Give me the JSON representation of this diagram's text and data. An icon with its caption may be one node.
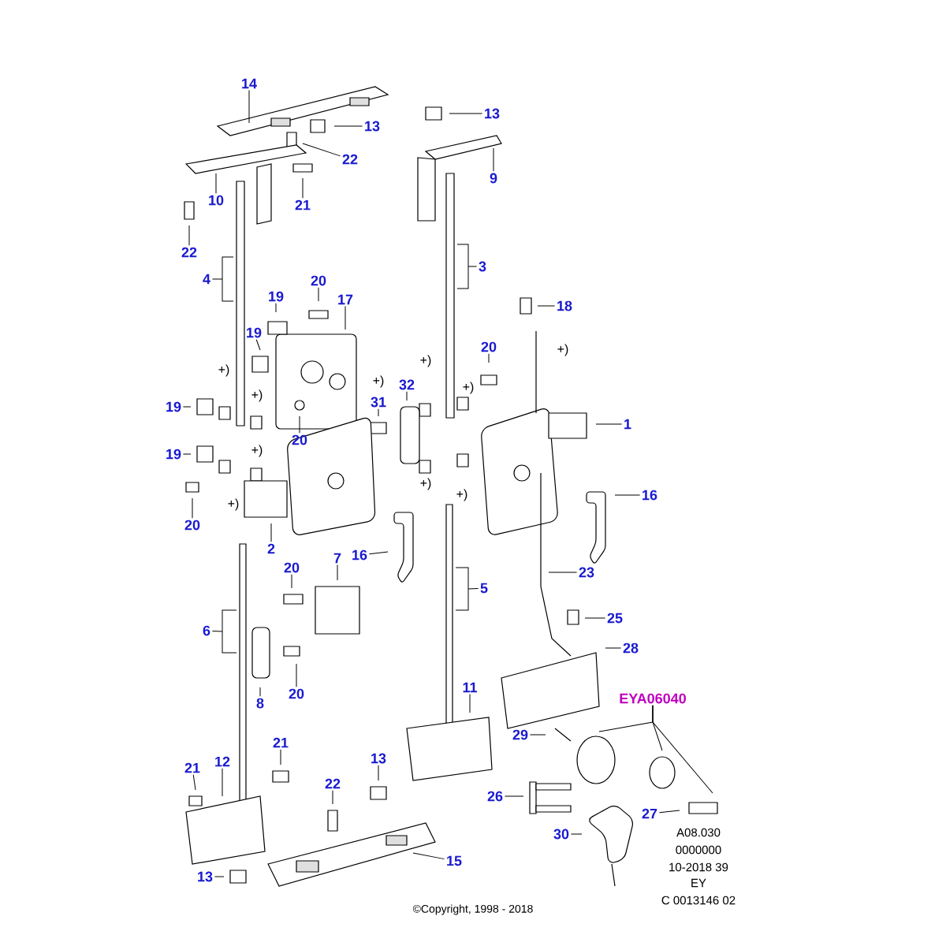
{
  "diagram": {
    "nodes": [
      {
        "text": [
          "14"
        ]
      },
      {
        "text": [
          "13"
        ]
      },
      {
        "text": [
          "13"
        ]
      },
      {
        "text": [
          "22"
        ]
      },
      {
        "text": [
          "10"
        ]
      },
      {
        "text": [
          "21"
        ]
      },
      {
        "text": [
          "9"
        ]
      },
      {
        "text": [
          "22"
        ]
      },
      {
        "text": [
          "3"
        ]
      },
      {
        "text": [
          "4"
        ]
      },
      {
        "text": [
          "19"
        ]
      },
      {
        "text": [
          "20"
        ]
      },
      {
        "text": [
          "17"
        ]
      },
      {
        "text": [
          "18"
        ]
      },
      {
        "text": [
          "19"
        ]
      },
      {
        "text": [
          "20"
        ]
      },
      {
        "text": [
          "32"
        ]
      },
      {
        "text": [
          "31"
        ]
      },
      {
        "text": [
          "19"
        ]
      },
      {
        "text": [
          "1"
        ]
      },
      {
        "text": [
          "20"
        ]
      },
      {
        "text": [
          "19"
        ]
      },
      {
        "text": [
          "16"
        ]
      },
      {
        "text": [
          "20"
        ]
      },
      {
        "text": [
          "2"
        ]
      },
      {
        "text": [
          "16"
        ]
      },
      {
        "text": [
          "20"
        ]
      },
      {
        "text": [
          "7"
        ]
      },
      {
        "text": [
          "23"
        ]
      },
      {
        "text": [
          "5"
        ]
      },
      {
        "text": [
          "25"
        ]
      },
      {
        "text": [
          "6"
        ]
      },
      {
        "text": [
          "28"
        ]
      },
      {
        "text": [
          "20"
        ]
      },
      {
        "text": [
          "11"
        ]
      },
      {
        "text": [
          "8"
        ]
      },
      {
        "text": [
          "EYA06040"
        ]
      },
      {
        "text": [
          "29"
        ]
      },
      {
        "text": [
          "21"
        ]
      },
      {
        "text": [
          "12"
        ]
      },
      {
        "text": [
          "21"
        ]
      },
      {
        "text": [
          "13"
        ]
      },
      {
        "text": [
          "22"
        ]
      },
      {
        "text": [
          "26"
        ]
      },
      {
        "text": [
          "27"
        ]
      },
      {
        "text": [
          "30"
        ]
      },
      {
        "text": [
          "15"
        ]
      },
      {
        "text": [
          "13"
        ]
      }
    ],
    "edges": [
      {
        "from": 0,
        "to": null,
        "arrow": "none"
      },
      {
        "from": 1,
        "to": null,
        "arrow": "none"
      },
      {
        "from": 2,
        "to": null,
        "arrow": "none"
      },
      {
        "from": 3,
        "to": null,
        "arrow": "none"
      },
      {
        "from": 4,
        "to": null,
        "arrow": "none"
      },
      {
        "from": 5,
        "to": null,
        "arrow": "none"
      },
      {
        "from": 6,
        "to": null,
        "arrow": "none"
      },
      {
        "from": 7,
        "to": null,
        "arrow": "none"
      },
      {
        "from": 8,
        "to": null,
        "arrow": "none"
      },
      {
        "from": 9,
        "to": null,
        "arrow": "none"
      },
      {
        "from": 10,
        "to": null,
        "arrow": "none"
      },
      {
        "from": 11,
        "to": null,
        "arrow": "none"
      },
      {
        "from": 12,
        "to": null,
        "arrow": "none"
      },
      {
        "from": 13,
        "to": null,
        "arrow": "none"
      },
      {
        "from": 14,
        "to": null,
        "arrow": "none"
      },
      {
        "from": 15,
        "to": null,
        "arrow": "none"
      },
      {
        "from": 16,
        "to": null,
        "arrow": "none"
      },
      {
        "from": 17,
        "to": null,
        "arrow": "none"
      },
      {
        "from": 18,
        "to": null,
        "arrow": "none"
      },
      {
        "from": 19,
        "to": null,
        "arrow": "none"
      },
      {
        "from": 20,
        "to": null,
        "arrow": "none"
      },
      {
        "from": 21,
        "to": null,
        "arrow": "none"
      },
      {
        "from": 22,
        "to": null,
        "arrow": "none"
      },
      {
        "from": 23,
        "to": null,
        "arrow": "none"
      },
      {
        "from": 24,
        "to": null,
        "arrow": "none"
      },
      {
        "from": 25,
        "to": null,
        "arrow": "none"
      },
      {
        "from": 26,
        "to": null,
        "arrow": "none"
      },
      {
        "from": 27,
        "to": null,
        "arrow": "none"
      },
      {
        "from": 28,
        "to": null,
        "arrow": "none"
      },
      {
        "from": 29,
        "to": null,
        "arrow": "none"
      },
      {
        "from": 30,
        "to": null,
        "arrow": "none"
      },
      {
        "from": 31,
        "to": null,
        "arrow": "none"
      },
      {
        "from": 32,
        "to": null,
        "arrow": "none"
      },
      {
        "from": 33,
        "to": null,
        "arrow": "none"
      },
      {
        "from": 34,
        "to": null,
        "arrow": "none"
      },
      {
        "from": 35,
        "to": null,
        "arrow": "none"
      },
      {
        "from": 36,
        "to": null,
        "arrow": "none"
      },
      {
        "from": 36,
        "to": null,
        "arrow": "none"
      },
      {
        "from": 36,
        "to": null,
        "arrow": "none"
      },
      {
        "from": 37,
        "to": null,
        "arrow": "none"
      },
      {
        "from": 38,
        "to": null,
        "arrow": "none"
      },
      {
        "from": 39,
        "to": null,
        "arrow": "none"
      },
      {
        "from": 40,
        "to": null,
        "arrow": "none"
      },
      {
        "from": 41,
        "to": null,
        "arrow": "none"
      },
      {
        "from": 42,
        "to": null,
        "arrow": "none"
      },
      {
        "from": 43,
        "to": null,
        "arrow": "none"
      },
      {
        "from": 44,
        "to": null,
        "arrow": "none"
      },
      {
        "from": 45,
        "to": null,
        "arrow": "none"
      },
      {
        "from": 46,
        "to": null,
        "arrow": "none"
      },
      {
        "from": 47,
        "to": null,
        "arrow": "none"
      }
    ],
    "labels": [
      "+)",
      "+)",
      "+)",
      "+)",
      "+)",
      "+)",
      "+)",
      "+)",
      "+)",
      "+)",
      "A08.030",
      "0000000",
      "10-2018 39",
      "EY",
      "C 0013146 02",
      "©Copyright, 1998 - 2018"
    ]
  }
}
